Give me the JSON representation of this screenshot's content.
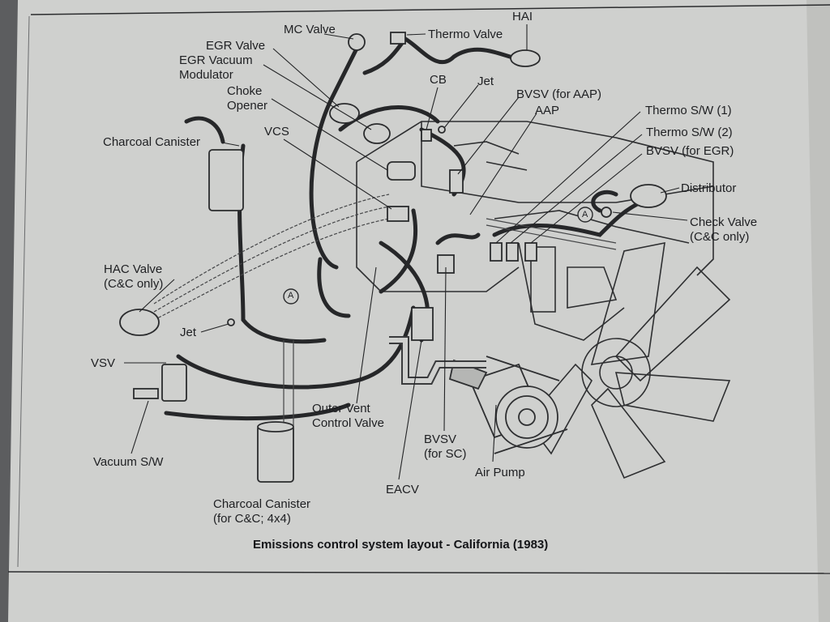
{
  "caption": "Emissions control system layout - California (1983)",
  "labels": {
    "mc_valve": "MC Valve",
    "thermo_valve": "Thermo Valve",
    "hai": "HAI",
    "egr_valve": "EGR Valve",
    "egr_vacuum_modulator": "EGR Vacuum\nModulator",
    "choke_opener": "Choke\nOpener",
    "cb": "CB",
    "jet_top": "Jet",
    "bvsv_aap": "BVSV (for AAP)",
    "aap": "AAP",
    "thermo_sw_1": "Thermo S/W (1)",
    "thermo_sw_2": "Thermo S/W (2)",
    "bvsv_egr": "BVSV (for EGR)",
    "charcoal_canister_top": "Charcoal Canister",
    "vcs": "VCS",
    "distributor": "Distributor",
    "check_valve": "Check Valve\n(C&C only)",
    "hac_valve": "HAC Valve\n(C&C only)",
    "jet_left": "Jet",
    "vsv": "VSV",
    "outer_vent_control_valve": "Outer Vent\nControl Valve",
    "bvsv_sc": "BVSV\n(for SC)",
    "air_pump": "Air Pump",
    "vacuum_sw": "Vacuum S/W",
    "eacv": "EACV",
    "charcoal_canister_bottom": "Charcoal Canister\n(for C&C; 4x4)",
    "circle_a_left": "A",
    "circle_a_right": "A"
  }
}
